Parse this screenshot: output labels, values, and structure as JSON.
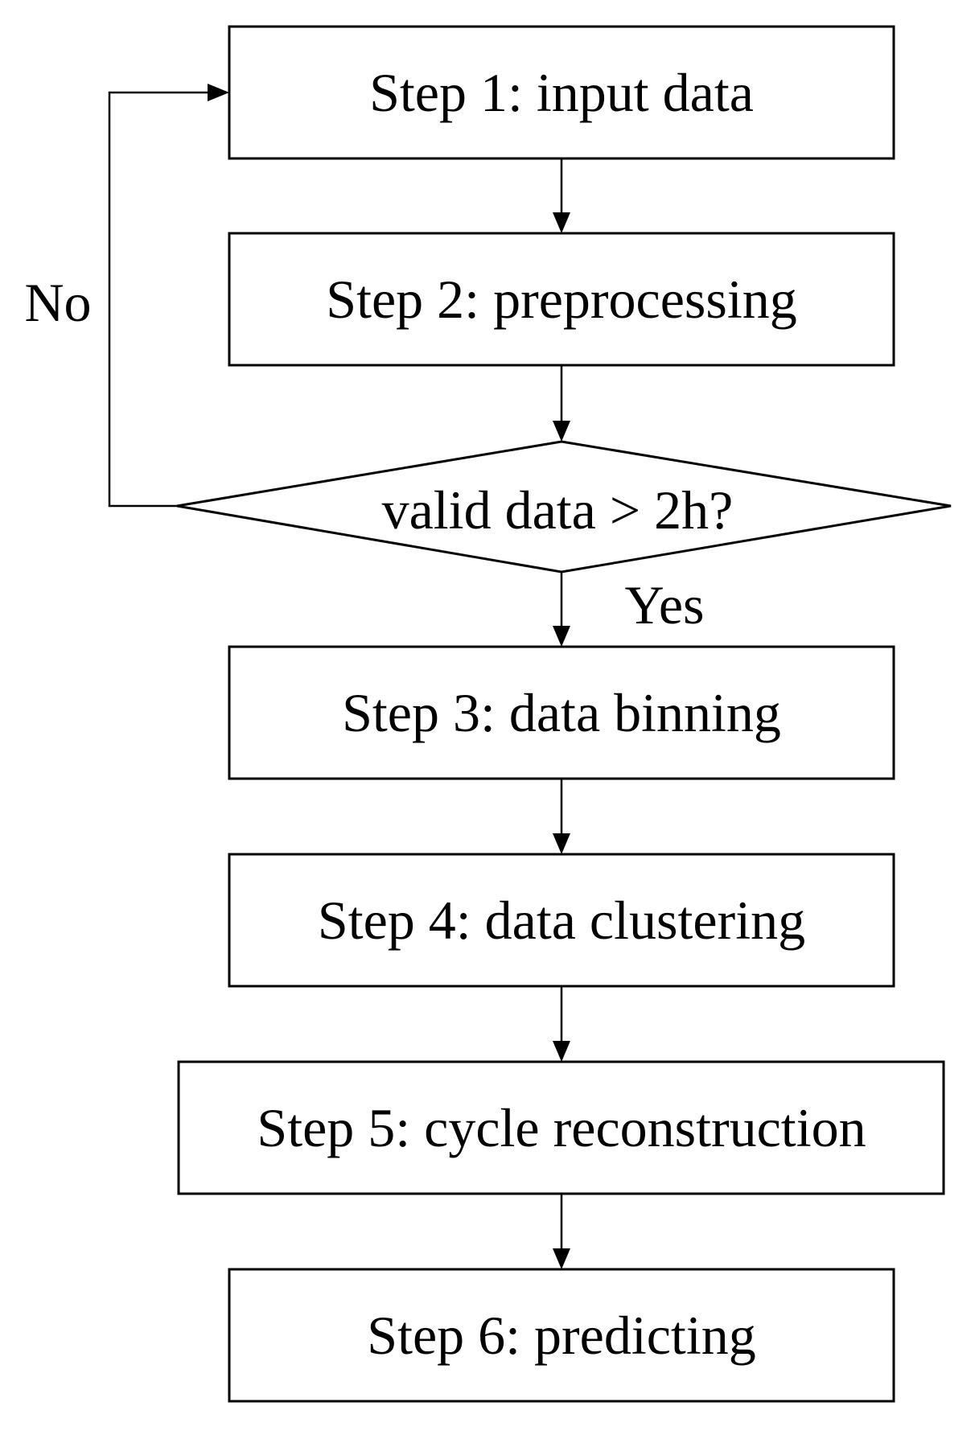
{
  "diagram": {
    "steps": [
      {
        "label": "Step 1: input data"
      },
      {
        "label": "Step 2: preprocessing"
      },
      {
        "label": "Step 3: data binning"
      },
      {
        "label": "Step 4: data clustering"
      },
      {
        "label": "Step 5: cycle reconstruction"
      },
      {
        "label": "Step 6: predicting"
      }
    ],
    "decision": {
      "label": "valid data > 2h?",
      "yes_label": "Yes",
      "no_label": "No"
    },
    "colors": {
      "stroke": "#000000",
      "background": "#ffffff"
    }
  }
}
